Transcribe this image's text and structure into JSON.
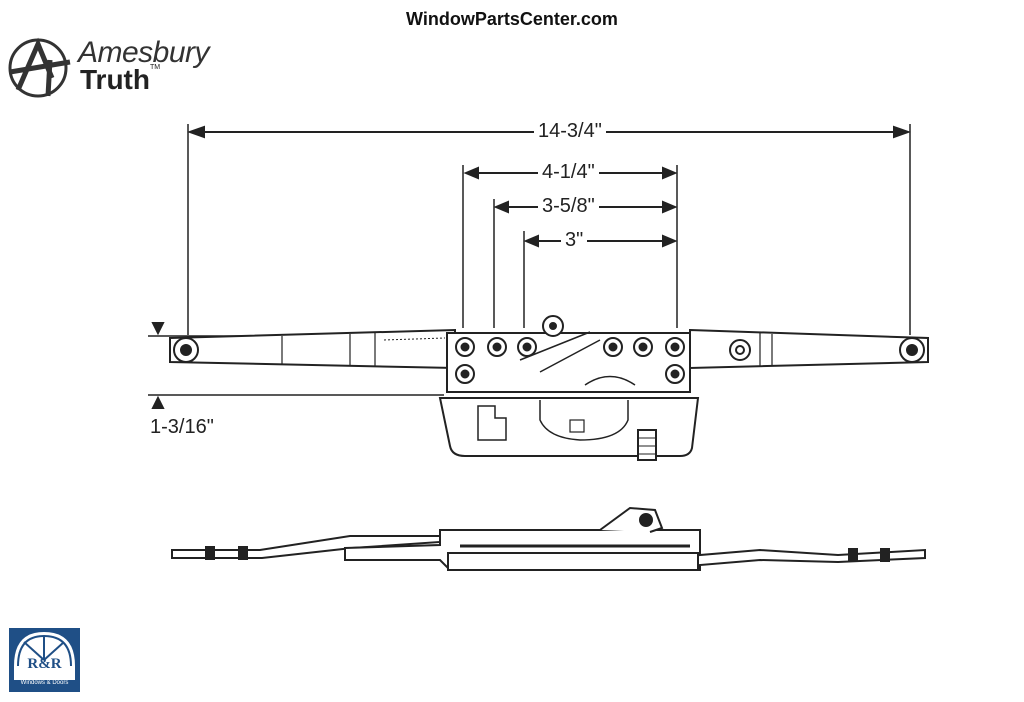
{
  "header": {
    "site": "WindowPartsCenter.com"
  },
  "brand": {
    "line1": "Amesbury",
    "line2": "Truth",
    "tm": "TM"
  },
  "dimensions": {
    "overall": "14-3/4\"",
    "outer_holes": "4-1/4\"",
    "middle_holes": "3-5/8\"",
    "inner_holes": "3\"",
    "height": "1-3/16\""
  },
  "dealer": {
    "name": "R&R",
    "sub": "Windows & Doors"
  }
}
